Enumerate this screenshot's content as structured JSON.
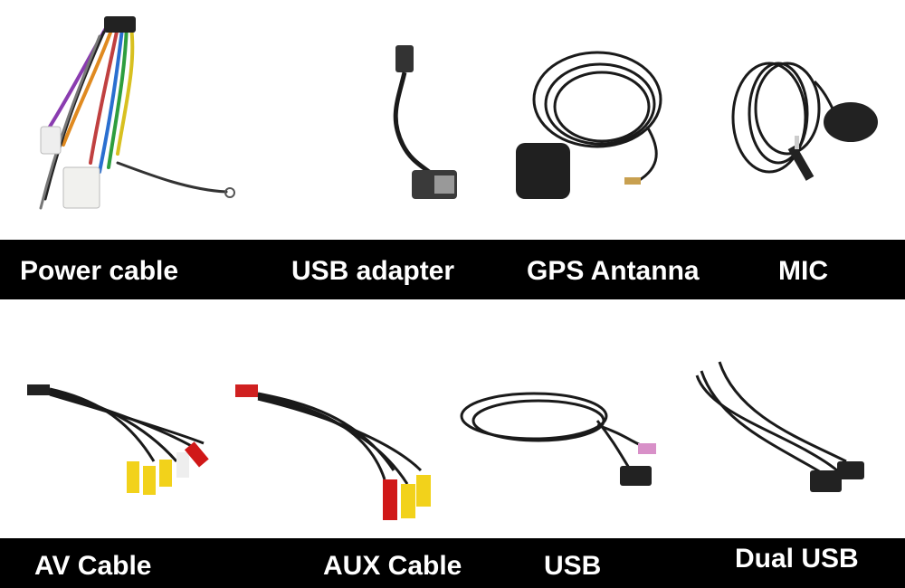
{
  "top_row": {
    "items": [
      {
        "label": "Power cable",
        "icon": "power-cable-harness"
      },
      {
        "label": "USB adapter",
        "icon": "usb-adapter-cable"
      },
      {
        "label": "GPS Antanna",
        "icon": "gps-antenna"
      },
      {
        "label": "MIC",
        "icon": "microphone"
      }
    ]
  },
  "bottom_row": {
    "items": [
      {
        "label": "AV Cable",
        "icon": "av-rca-cable"
      },
      {
        "label": "AUX Cable",
        "icon": "aux-rca-cable"
      },
      {
        "label": "USB",
        "icon": "usb-extension-cable"
      },
      {
        "label": "Dual USB",
        "icon": "dual-usb-cable"
      }
    ]
  },
  "colors": {
    "band": "#000000",
    "label_text": "#ffffff",
    "rca_yellow": "#f2d21b",
    "rca_red": "#d01818",
    "cable": "#161616"
  }
}
